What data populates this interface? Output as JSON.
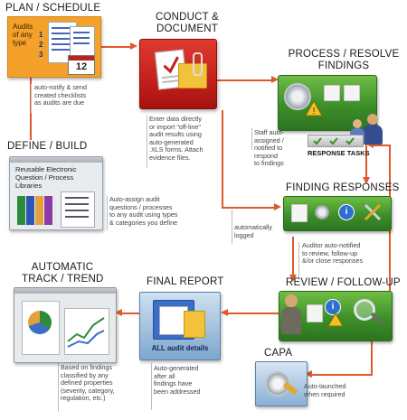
{
  "plan": {
    "title": "PLAN / SCHEDULE",
    "card_text": [
      "Audits",
      "of any",
      "type"
    ],
    "numbers": [
      "1",
      "2",
      "3"
    ],
    "calendar_day": "12",
    "desc": [
      "auto-notify & send",
      "created checklists",
      "as audits are due"
    ]
  },
  "conduct": {
    "title": [
      "CONDUCT &",
      "DOCUMENT"
    ],
    "desc": [
      "Enter data directly",
      "or import \"off-line\"",
      "audit results using",
      "auto-generated",
      ".XLS forms. Attach",
      "evidence files."
    ]
  },
  "process": {
    "title": [
      "PROCESS / RESOLVE",
      "FINDINGS"
    ],
    "staff_desc": [
      "Staff auto-",
      "assigned /",
      "notified to",
      "respond",
      "to findings"
    ],
    "tasks_label": "RESPONSE TASKS"
  },
  "define": {
    "title": "DEFINE / BUILD",
    "panel_title": [
      "Reusable Electronic",
      "Question / Process",
      "Libraries"
    ],
    "desc": [
      "Auto-assign audit",
      "questions / processes",
      "to any audit using types",
      "& categories you define"
    ]
  },
  "finding": {
    "title": "FINDING RESPONSES",
    "logged": [
      "automatically",
      "logged"
    ],
    "desc": [
      "Auditor auto-notified",
      "to review, follow-up",
      "&/or close responses"
    ]
  },
  "track": {
    "title": [
      "AUTOMATIC",
      "TRACK / TREND"
    ],
    "desc": [
      "Based on findings",
      "classified by any",
      "defined properties",
      "(severity, category,",
      "regulation, etc.)"
    ]
  },
  "final": {
    "title": "FINAL REPORT",
    "badge": "ALL audit details",
    "desc": [
      "Auto-generated",
      "after all",
      "findings have",
      "been addressed"
    ]
  },
  "review": {
    "title": "REVIEW / FOLLOW-UP"
  },
  "capa": {
    "title": "CAPA",
    "desc": [
      "Auto-launched",
      "when required"
    ]
  },
  "colors": {
    "accent": "#e2582a",
    "red_box": "#c8201f",
    "green_box": "#4a9c2f",
    "orange_card": "#f3a12a"
  }
}
